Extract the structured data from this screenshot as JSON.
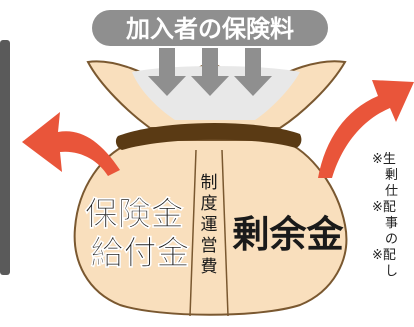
{
  "banner": {
    "text": "加入者の保険料"
  },
  "bag": {
    "left_section": "保険金\n給付金",
    "center_section": "制度運営費",
    "right_section": "剰余金"
  },
  "side_note_fragment": "※生\n　剰\n　仕\n※配\n　事\n　の\n※配\n　し",
  "colors": {
    "banner": "#8f8f8f",
    "arrow_down": "#8f8f8f",
    "bag_fill": "#f9dfbd",
    "bag_stroke": "#7a5830",
    "rope": "#5a3a14",
    "arrow_red": "#e9553a",
    "left_panel": "#5a5a5a"
  }
}
